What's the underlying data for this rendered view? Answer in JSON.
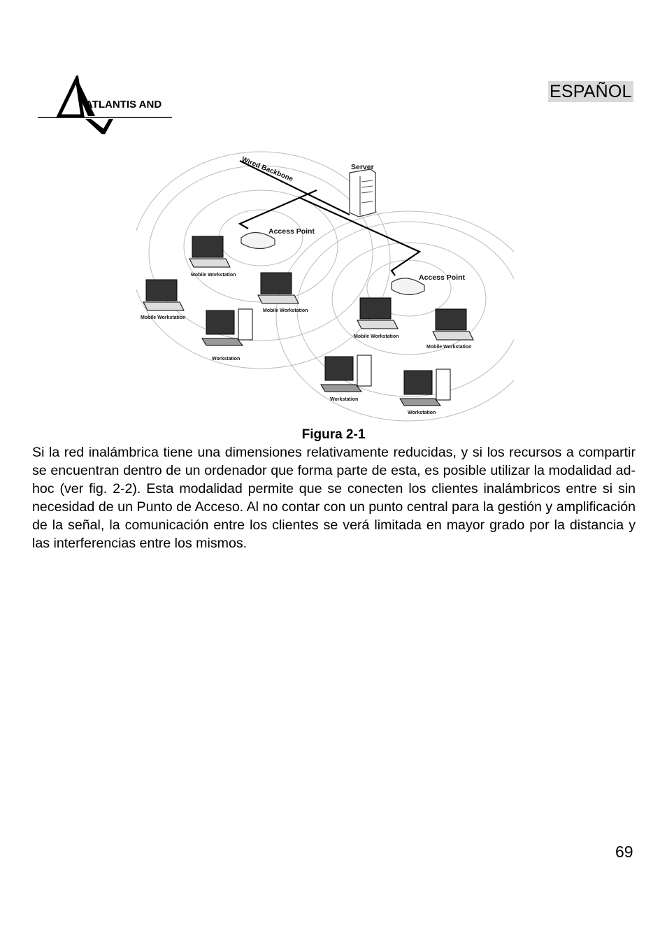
{
  "header": {
    "brand": "ATLANTIS AND",
    "language": "ESPAÑOL"
  },
  "figure": {
    "labels": {
      "wired_backbone": "Wired Backbone",
      "server": "Server",
      "access_point": "Access Point",
      "mobile_workstation": "Mobile Workstation",
      "workstation": "Workstation"
    },
    "caption": "Figura 2-1"
  },
  "body": {
    "paragraph": "Si la red inalámbrica tiene una dimensiones relativamente reducidas, y si los recursos a compartir se encuentran dentro de un ordenador que forma parte de esta, es posible utilizar la modalidad ad-hoc (ver fig. 2-2). Esta modalidad permite que se conecten los clientes inalámbricos entre si sin necesidad de un Punto de Acceso. Al no contar con un punto central para la gestión y amplificación de la señal, la comunicación entre los clientes se verá limitada en mayor grado por la distancia y las interferencias entre los mismos."
  },
  "footer": {
    "page_number": "69"
  }
}
